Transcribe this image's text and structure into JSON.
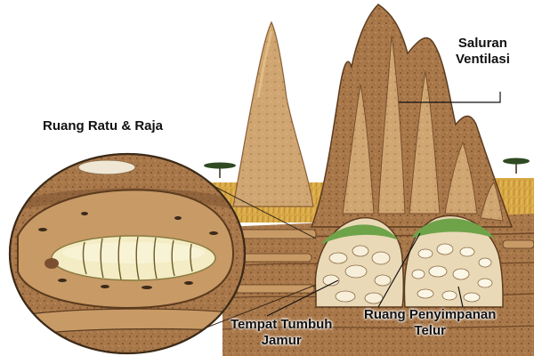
{
  "labels": {
    "queen_chamber": "Ruang Ratu & Raja",
    "ventilation": {
      "line1": "Saluran",
      "line2": "Ventilasi"
    },
    "fungus_garden": {
      "line1": "Tempat Tumbuh",
      "line2": "Jamur"
    },
    "egg_storage": {
      "line1": "Ruang Penyimpanan",
      "line2": "Telur"
    }
  },
  "colors": {
    "sky": "#ffffff",
    "grass": "#d9a441",
    "mound_earth": "#a8794d",
    "mound_light": "#d8b27a",
    "chamber_floor": "#c89a66",
    "fungus_green": "#6fa34a",
    "queen_body": "#f3ecc4",
    "outline": "#5b3b1e"
  },
  "icons": [
    "termite-mound",
    "queen-termite",
    "acacia-tree",
    "egg-cells",
    "fungus-comb"
  ]
}
